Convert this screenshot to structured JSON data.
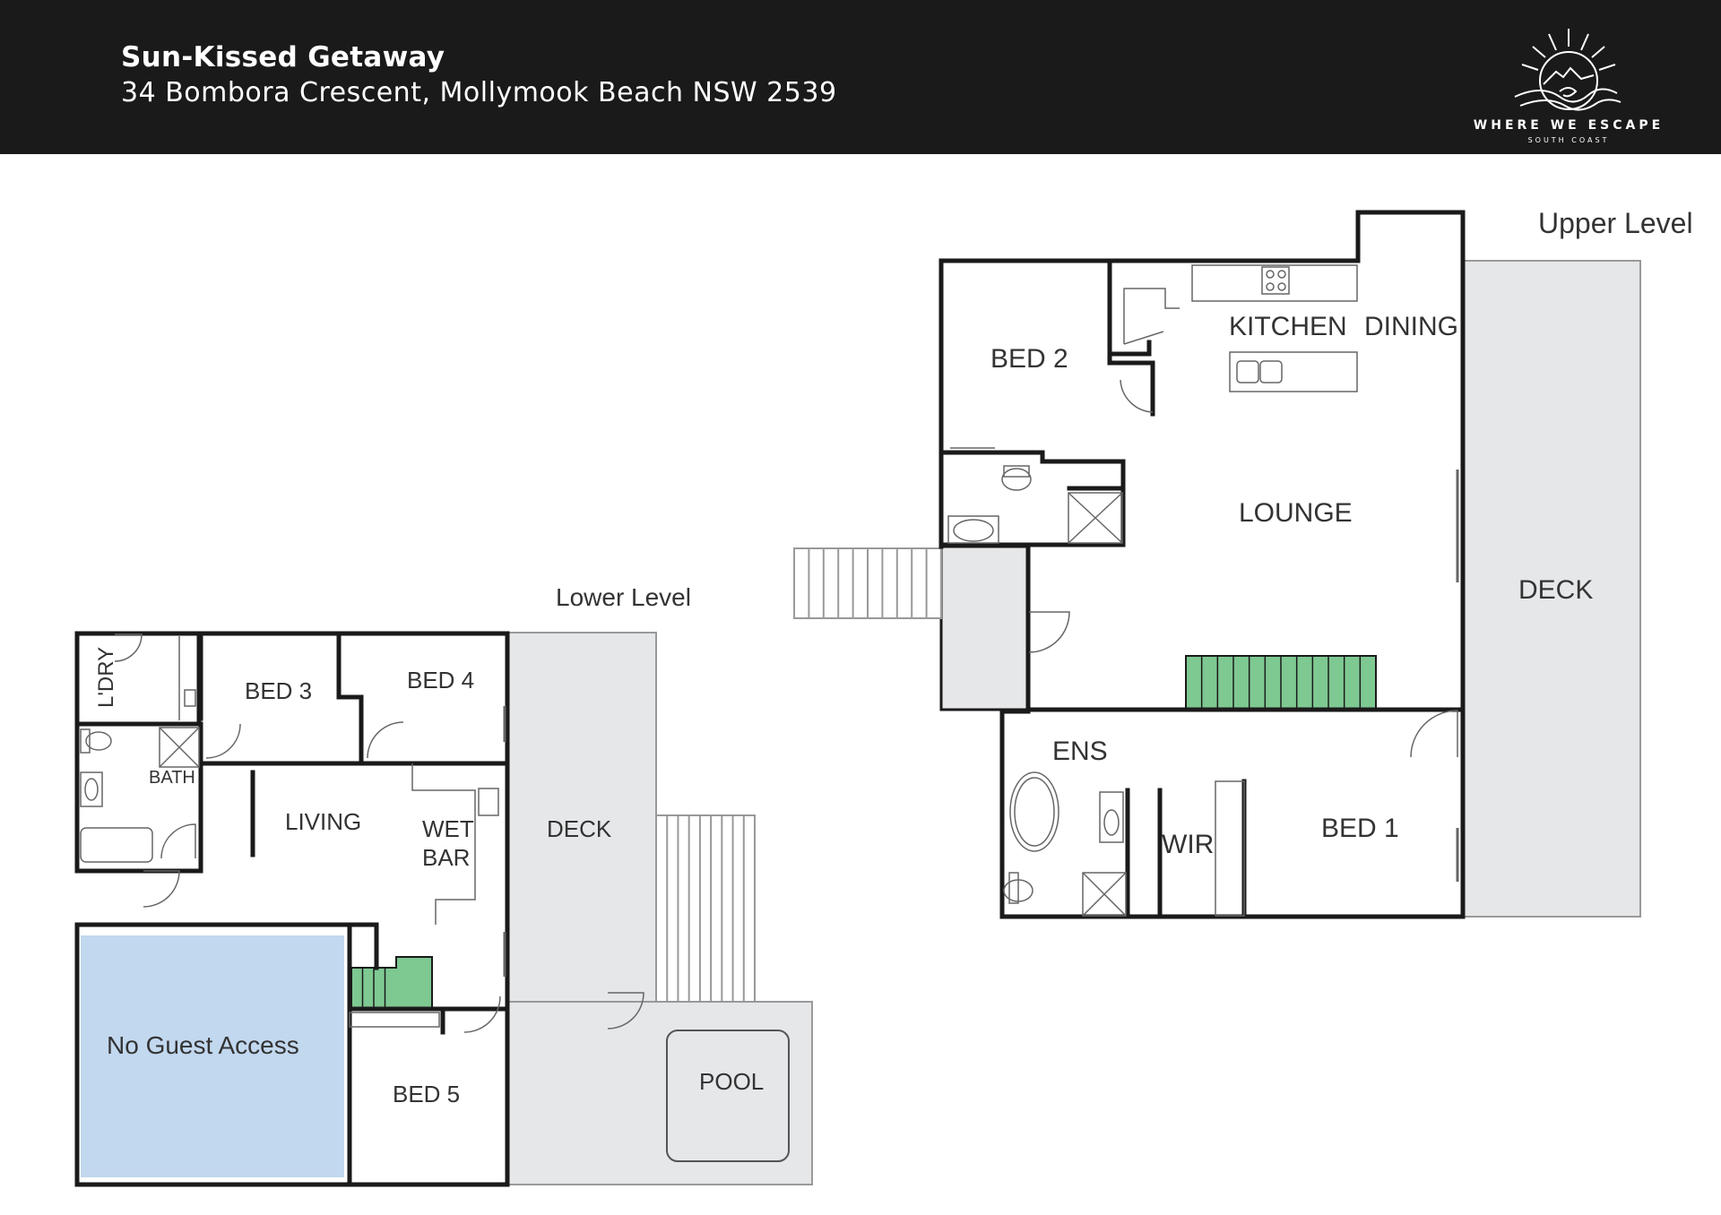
{
  "header": {
    "title": "Sun-Kissed Getaway",
    "address": "34 Bombora Crescent, Mollymook Beach NSW 2539"
  },
  "logo": {
    "name": "WHERE WE ESCAPE",
    "subtitle": "SOUTH COAST",
    "icon": "sun-wave-logo-icon"
  },
  "levels": {
    "upper": "Upper Level",
    "lower": "Lower Level"
  },
  "rooms": {
    "upper": {
      "bed2": "BED 2",
      "kitchen": "KITCHEN",
      "dining": "DINING",
      "lounge": "LOUNGE",
      "deck": "DECK",
      "ens": "ENS",
      "wir": "WIR",
      "bed1": "BED 1"
    },
    "lower": {
      "ldry": "L'DRY",
      "bed3": "BED 3",
      "bed4": "BED 4",
      "bath": "BATH",
      "living": "LIVING",
      "wet": "WET",
      "bar": "BAR",
      "deck": "DECK",
      "no_guest_access": "No Guest Access",
      "bed5": "BED 5",
      "pool": "POOL"
    }
  },
  "colors": {
    "header_bg": "#1a1a1a",
    "wall": "#1a1a1a",
    "deck_fill": "#e6e7e9",
    "stair_green": "#7ec892",
    "no_access_blue": "#c2d8ef"
  }
}
